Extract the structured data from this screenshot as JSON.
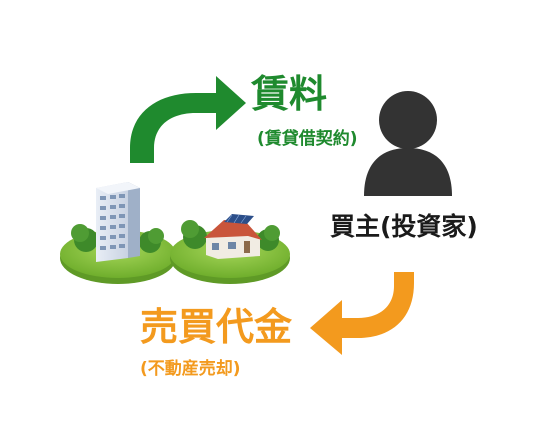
{
  "colors": {
    "rent_green": "#1f8a2e",
    "sale_orange": "#f39a1e",
    "text_dark": "#1a1a1a",
    "person_dark": "#333333",
    "grass": "#8ec63f"
  },
  "icons": {
    "rent_arrow": "curved-arrow-right-icon",
    "sale_arrow": "curved-arrow-left-icon",
    "buyer": "person-silhouette-icon",
    "apartment": "apartment-building-icon",
    "house": "house-with-solar-panel-icon"
  },
  "rent": {
    "title": "賃料",
    "subtitle": "(賃貸借契約)"
  },
  "buyer": {
    "label": "買主(投資家)"
  },
  "sale": {
    "title": "売買代金",
    "subtitle": "(不動産売却)"
  }
}
